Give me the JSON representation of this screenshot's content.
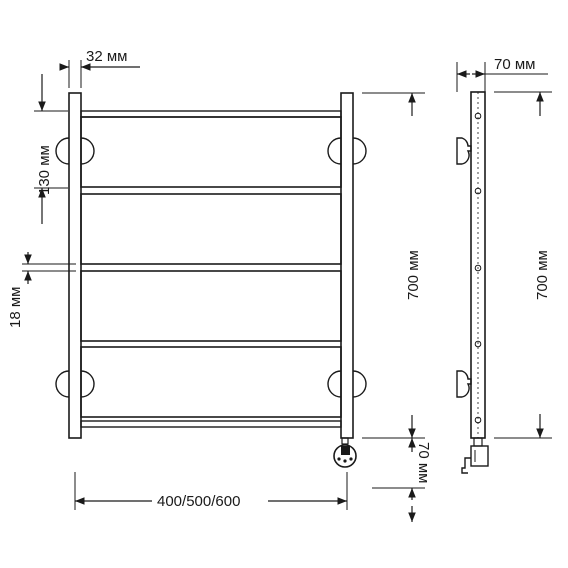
{
  "dimensions": {
    "side_post_width": "32 мм",
    "rail_pitch": "130 мм",
    "rail_thickness": "18 мм",
    "height_front": "700 мм",
    "bottom_offset": "70 мм",
    "width_options": "400/500/600",
    "wall_offset": "70 мм",
    "height_side": "700 мм"
  },
  "colors": {
    "line": "#1a1a1a",
    "background": "#ffffff"
  },
  "icons": {
    "mount": "wall-bracket",
    "heater": "electric-heater-plug"
  }
}
